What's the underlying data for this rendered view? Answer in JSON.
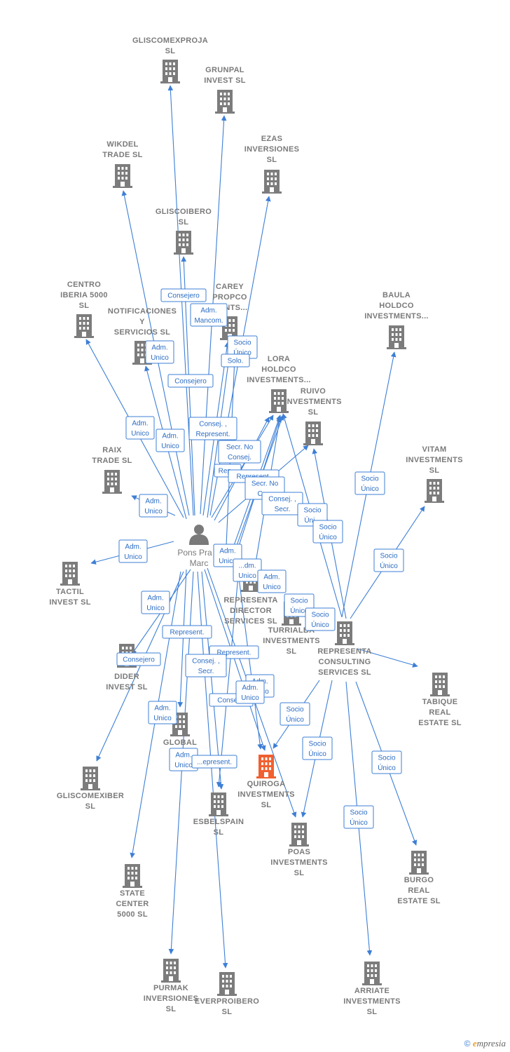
{
  "colors": {
    "edge": "#3d7fd6",
    "building": "#7c7c7c",
    "highlight": "#f06030",
    "person": "#7a7a7a"
  },
  "person": {
    "name_lines": [
      "Pons Pra",
      "Marc"
    ],
    "icon": "person-icon"
  },
  "nodes": [
    {
      "id": "gliscomexproja",
      "lines": [
        "GLISCOMEXPROJA",
        "SL"
      ]
    },
    {
      "id": "grunpal",
      "lines": [
        "GRUNPAL",
        "INVEST  SL"
      ]
    },
    {
      "id": "wikdel",
      "lines": [
        "WIKDEL",
        "TRADE  SL"
      ]
    },
    {
      "id": "ezas",
      "lines": [
        "EZAS",
        "INVERSIONES",
        "SL"
      ]
    },
    {
      "id": "gliscoibero",
      "lines": [
        "GLISCOIBERO",
        "SL"
      ]
    },
    {
      "id": "centro",
      "lines": [
        "CENTRO",
        "IBERIA 5000",
        "SL"
      ]
    },
    {
      "id": "carey",
      "lines": [
        "CAREY",
        "PROPCO",
        "...ENTS..."
      ]
    },
    {
      "id": "notificaciones",
      "lines": [
        "NOTIFICACIONES",
        "Y",
        "SERVICIOS  SL"
      ]
    },
    {
      "id": "baula",
      "lines": [
        "BAULA",
        "HOLDCO",
        "INVESTMENTS..."
      ]
    },
    {
      "id": "lora",
      "lines": [
        "LORA",
        "HOLDCO",
        "INVESTMENTS..."
      ]
    },
    {
      "id": "ruivo",
      "lines": [
        "RUIVO",
        "INVESTMENTS",
        "SL"
      ]
    },
    {
      "id": "vitam",
      "lines": [
        "VITAM",
        "INVESTMENTS",
        "SL"
      ]
    },
    {
      "id": "raix",
      "lines": [
        "RAIX",
        "TRADE  SL"
      ]
    },
    {
      "id": "tactil",
      "lines": [
        "TACTIL",
        "INVEST  SL"
      ]
    },
    {
      "id": "representa_director",
      "lines": [
        "REPRESENTA",
        "DIRECTOR",
        "SERVICES  SL"
      ]
    },
    {
      "id": "turrialba",
      "lines": [
        "TURRIALBA",
        "INVESTMENTS",
        "SL"
      ]
    },
    {
      "id": "representa_consulting",
      "lines": [
        "REPRESENTA",
        "CONSULTING",
        "SERVICES  SL"
      ]
    },
    {
      "id": "dider",
      "lines": [
        "DIDER",
        "INVEST  SL"
      ]
    },
    {
      "id": "tabique",
      "lines": [
        "TABIQUE",
        "REAL",
        "ESTATE  SL"
      ]
    },
    {
      "id": "global",
      "lines": [
        "GLOBAL",
        "TA..."
      ]
    },
    {
      "id": "gliscomexiber",
      "lines": [
        "GLISCOMEXIBER",
        "SL"
      ]
    },
    {
      "id": "quiroga",
      "lines": [
        "QUIROGA",
        "INVESTMENTS",
        "SL"
      ]
    },
    {
      "id": "esbelspain",
      "lines": [
        "ESBELSPAIN",
        "SL"
      ]
    },
    {
      "id": "poas",
      "lines": [
        "POAS",
        "INVESTMENTS",
        "SL"
      ]
    },
    {
      "id": "burgo",
      "lines": [
        "BURGO",
        "REAL",
        "ESTATE  SL"
      ]
    },
    {
      "id": "state",
      "lines": [
        "STATE",
        "CENTER",
        "5000  SL"
      ]
    },
    {
      "id": "purmak",
      "lines": [
        "PURMAK",
        "INVERSIONES",
        "SL"
      ]
    },
    {
      "id": "everproibero",
      "lines": [
        "EVERPROIBERO",
        "SL"
      ]
    },
    {
      "id": "arriate",
      "lines": [
        "ARRIATE",
        "INVESTMENTS",
        "SL"
      ]
    }
  ],
  "badges": [
    {
      "id": "b1",
      "lines": [
        "Consejero"
      ]
    },
    {
      "id": "b2",
      "lines": [
        "Adm.",
        "Mancom."
      ]
    },
    {
      "id": "b3",
      "lines": [
        "Socio",
        "Único"
      ]
    },
    {
      "id": "b4",
      "lines": [
        "Solo."
      ]
    },
    {
      "id": "b5",
      "lines": [
        "Adm.",
        "Unico"
      ]
    },
    {
      "id": "b6",
      "lines": [
        "Consejero"
      ]
    },
    {
      "id": "b7",
      "lines": [
        "Adm.",
        "Unico"
      ]
    },
    {
      "id": "b8",
      "lines": [
        "Adm.",
        "Unico"
      ]
    },
    {
      "id": "b9",
      "lines": [
        "Consej. ,",
        "Represent."
      ]
    },
    {
      "id": "b10",
      "lines": [
        "Secr.  No",
        "Consej."
      ]
    },
    {
      "id": "b11",
      "lines": [
        "Rep..."
      ]
    },
    {
      "id": "b12",
      "lines": [
        "Represent."
      ]
    },
    {
      "id": "b13",
      "lines": [
        "Secr.  No",
        "Co..."
      ]
    },
    {
      "id": "b14",
      "lines": [
        "Consej. ,",
        "Secr."
      ]
    },
    {
      "id": "b15",
      "lines": [
        "Socio",
        "Úni..."
      ]
    },
    {
      "id": "b16",
      "lines": [
        "Socio",
        "Único"
      ]
    },
    {
      "id": "b17",
      "lines": [
        "Socio",
        "Único"
      ]
    },
    {
      "id": "b18",
      "lines": [
        "Adm.",
        "Unico"
      ]
    },
    {
      "id": "b19",
      "lines": [
        "Adm.",
        "Unico"
      ]
    },
    {
      "id": "b20",
      "lines": [
        "Adm.",
        "Unico"
      ]
    },
    {
      "id": "b21",
      "lines": [
        "...dm.",
        "Unico"
      ]
    },
    {
      "id": "b22",
      "lines": [
        "Adm.",
        "Unico"
      ]
    },
    {
      "id": "b23",
      "lines": [
        "Socio",
        "Único"
      ]
    },
    {
      "id": "b24",
      "lines": [
        "Socio",
        "Único"
      ]
    },
    {
      "id": "b25",
      "lines": [
        "Adm.",
        "Unico"
      ]
    },
    {
      "id": "b26",
      "lines": [
        "Socio",
        "Único"
      ]
    },
    {
      "id": "b27",
      "lines": [
        "Represent."
      ]
    },
    {
      "id": "b28",
      "lines": [
        "Consejero"
      ]
    },
    {
      "id": "b29",
      "lines": [
        "Represent."
      ]
    },
    {
      "id": "b30",
      "lines": [
        "Consej. ,",
        "Secr."
      ]
    },
    {
      "id": "b31",
      "lines": [
        "Adm.",
        "Unico"
      ]
    },
    {
      "id": "b32",
      "lines": [
        "Consej..."
      ]
    },
    {
      "id": "b33",
      "lines": [
        "Adm.",
        "Unico"
      ]
    },
    {
      "id": "b34",
      "lines": [
        "Adm.",
        "Unico"
      ]
    },
    {
      "id": "b35",
      "lines": [
        "Socio",
        "Único"
      ]
    },
    {
      "id": "b36",
      "lines": [
        "Socio",
        "Único"
      ]
    },
    {
      "id": "b37",
      "lines": [
        "Adm.",
        "Unico"
      ]
    },
    {
      "id": "b38",
      "lines": [
        "...epresent."
      ]
    },
    {
      "id": "b39",
      "lines": [
        "Socio",
        "Único"
      ]
    },
    {
      "id": "b40",
      "lines": [
        "Socio",
        "Único"
      ]
    }
  ],
  "footer": {
    "copyright": "©",
    "brand_first": "e",
    "brand_rest": "mpresia"
  }
}
